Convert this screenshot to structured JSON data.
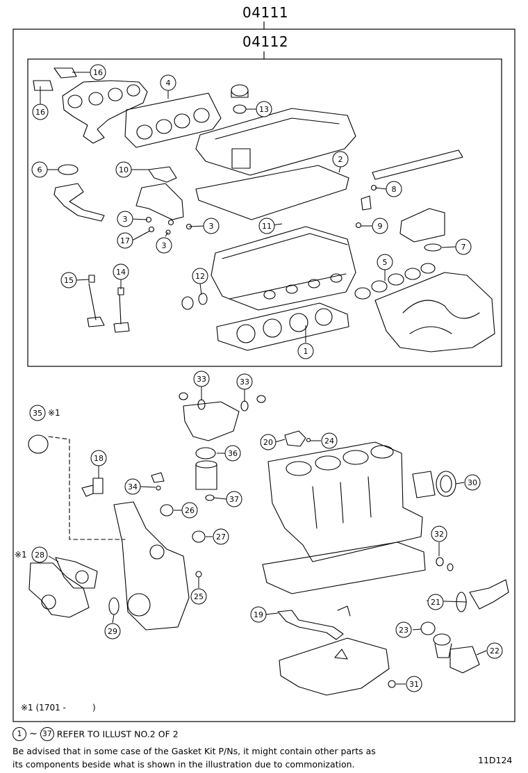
{
  "kit_outer_code": "04111",
  "kit_inner_code": "04112",
  "callouts": {
    "c1": "1",
    "c2": "2",
    "c3": "3",
    "c4": "4",
    "c5": "5",
    "c6": "6",
    "c7": "7",
    "c8": "8",
    "c9": "9",
    "c10": "10",
    "c11": "11",
    "c12": "12",
    "c13": "13",
    "c14": "14",
    "c15": "15",
    "c16": "16",
    "c17": "17",
    "c18": "18",
    "c19": "19",
    "c20": "20",
    "c21": "21",
    "c22": "22",
    "c23": "23",
    "c24": "24",
    "c25": "25",
    "c26": "26",
    "c27": "27",
    "c28": "28",
    "c29": "29",
    "c30": "30",
    "c31": "31",
    "c32": "32",
    "c33": "33",
    "c34": "34",
    "c35": "35",
    "c36": "36",
    "c37": "37"
  },
  "note_mark": "※1",
  "note_range": "※1 (1701 -          )",
  "footer": {
    "range_from": "1",
    "range_sep": "~",
    "range_to": "37",
    "refer_text": "REFER TO ILLUST NO.2 OF 2",
    "advice_line1": "Be advised that in some case of the Gasket Kit P/Ns,  it might contain other parts as",
    "advice_line2": "its components beside what is shown in the illustration due to commonization.",
    "diagram_id": "11D124"
  }
}
